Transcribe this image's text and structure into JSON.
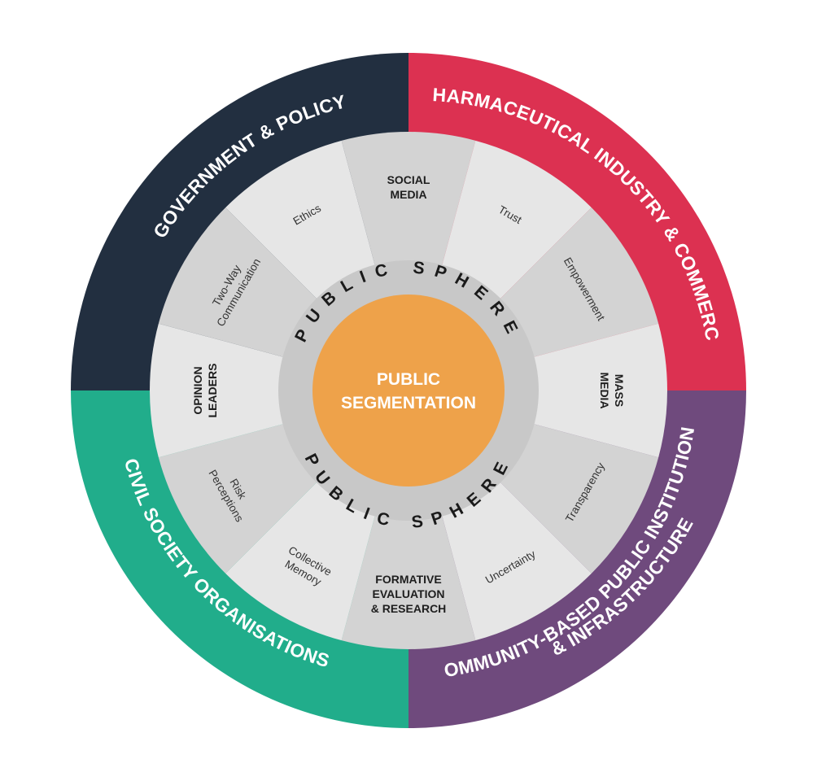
{
  "colors": {
    "government": "#222f40",
    "pharma": "#dc3151",
    "civil": "#21ad8b",
    "community": "#6f4a7d",
    "segment_light": "#e6e6e6",
    "segment_dark": "#d3d3d3",
    "sphere_ring": "#c8c8c8",
    "center": "#eea24a"
  },
  "quadrants": [
    {
      "key": "government",
      "label": "GOVERNMENT & POLICY"
    },
    {
      "key": "pharma",
      "label": "PHARMACEUTICAL INDUSTRY & COMMERCE"
    },
    {
      "key": "civil",
      "label": "CIVIL SOCIETY ORGANISATIONS"
    },
    {
      "key": "community",
      "label_line1": "COMMUNITY-BASED PUBLIC INSTITUTIONS",
      "label_line2": "& INFRASTRUCTURE"
    }
  ],
  "segments": [
    {
      "key": "social-media",
      "lines": [
        "SOCIAL",
        "MEDIA"
      ],
      "bold": true
    },
    {
      "key": "trust",
      "lines": [
        "Trust"
      ],
      "bold": false
    },
    {
      "key": "empowerment",
      "lines": [
        "Empowerment"
      ],
      "bold": false
    },
    {
      "key": "mass-media",
      "lines": [
        "MASS",
        "MEDIA"
      ],
      "bold": true
    },
    {
      "key": "transparency",
      "lines": [
        "Transparency"
      ],
      "bold": false
    },
    {
      "key": "uncertainty",
      "lines": [
        "Uncertainty"
      ],
      "bold": false
    },
    {
      "key": "formative-evaluation",
      "lines": [
        "FORMATIVE",
        "EVALUATION",
        "& RESEARCH"
      ],
      "bold": true
    },
    {
      "key": "collective-memory",
      "lines": [
        "Collective",
        "Memory"
      ],
      "bold": false
    },
    {
      "key": "risk-perceptions",
      "lines": [
        "Risk",
        "Perceptions"
      ],
      "bold": false
    },
    {
      "key": "opinion-leaders",
      "lines": [
        "OPINION",
        "LEADERS"
      ],
      "bold": true
    },
    {
      "key": "two-way-communication",
      "lines": [
        "Two-Way",
        "Communication"
      ],
      "bold": false
    },
    {
      "key": "ethics",
      "lines": [
        "Ethics"
      ],
      "bold": false
    }
  ],
  "sphere": {
    "top": "PUBLIC SPHERE",
    "bottom": "PUBLIC SPHERE"
  },
  "center": {
    "line1": "PUBLIC",
    "line2": "SEGMENTATION"
  }
}
